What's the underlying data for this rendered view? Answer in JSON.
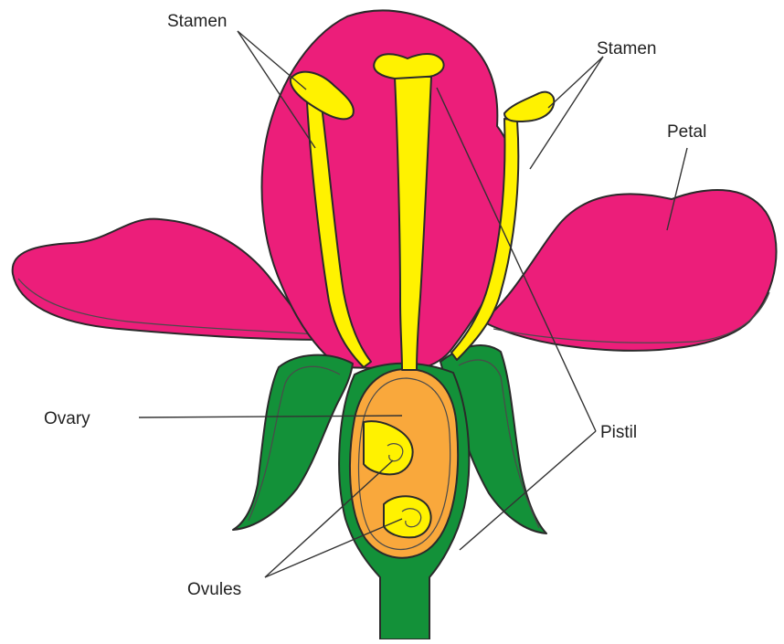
{
  "labels": {
    "stamen_left": "Stamen",
    "stamen_right": "Stamen",
    "petal": "Petal",
    "ovary": "Ovary",
    "pistil": "Pistil",
    "ovules": "Ovules"
  },
  "colors": {
    "petal": "#ec1e7a",
    "stamen": "#fff200",
    "ovary": "#f9a83c",
    "sepal": "#139139",
    "outline": "#2a2a2a",
    "background": "#ffffff"
  }
}
